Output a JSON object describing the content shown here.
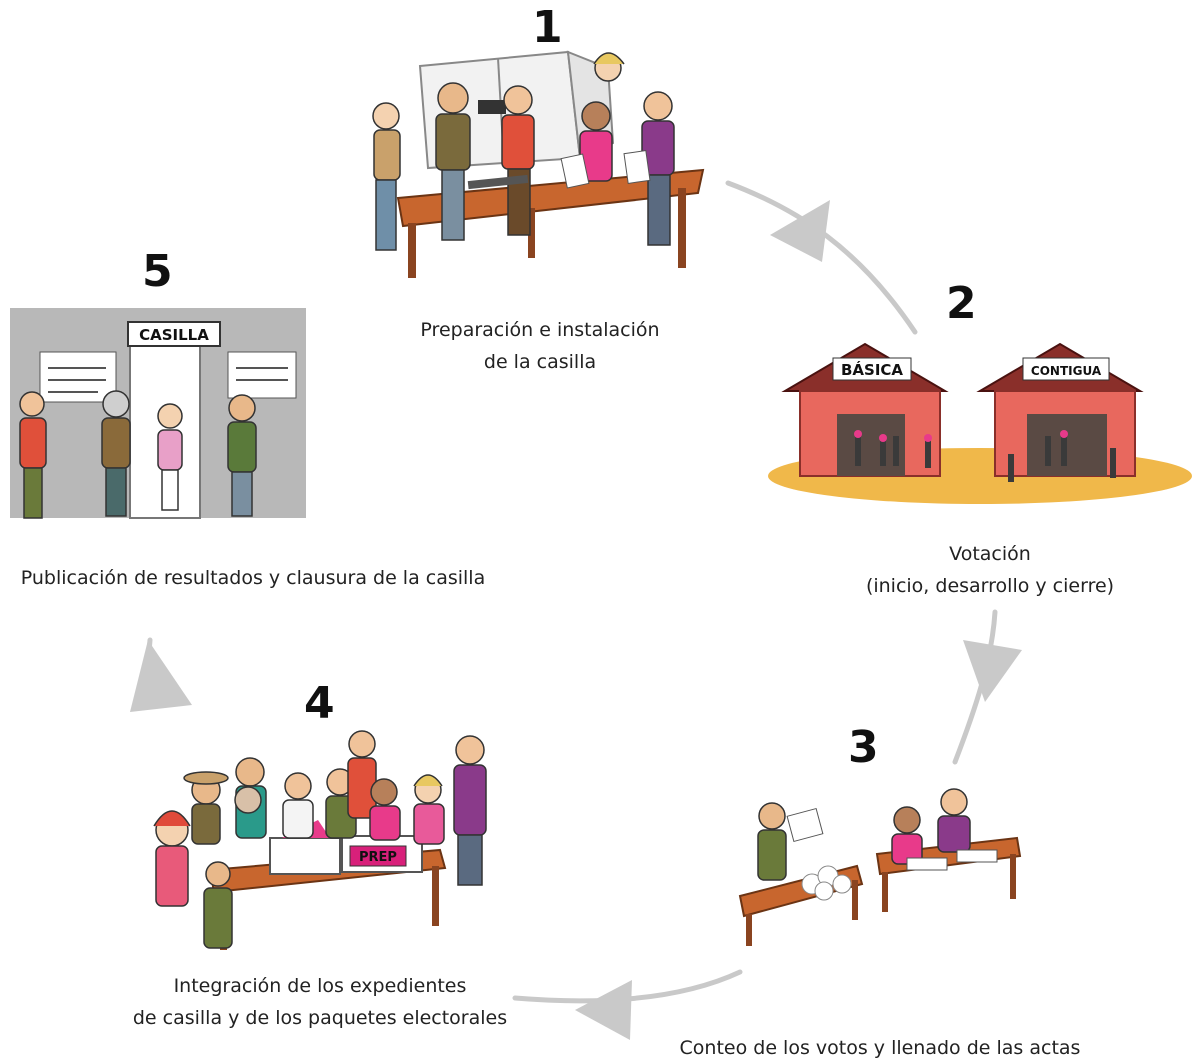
{
  "steps": [
    {
      "number": "1",
      "caption_lines": [
        "Preparación e instalación",
        "de la casilla"
      ]
    },
    {
      "number": "2",
      "caption_lines": [
        "Votación",
        "(inicio, desarrollo y cierre)"
      ]
    },
    {
      "number": "3",
      "caption_lines": [
        "Conteo de los votos y llenado de las actas"
      ]
    },
    {
      "number": "4",
      "caption_lines": [
        "Integración de los expedientes",
        "de casilla y de los paquetes electorales"
      ]
    },
    {
      "number": "5",
      "caption_lines": [
        "Publicación de resultados y clausura de la casilla"
      ]
    }
  ],
  "signs": {
    "basica": "BÁSICA",
    "contigua": "CONTIGUA",
    "casilla": "CASILLA",
    "prep": "PREP"
  },
  "colors": {
    "arrow": "#c9c9c9",
    "table": "#c8662e",
    "house_wall": "#e8685e",
    "house_roof": "#8a2f2a",
    "ground": "#f0b84a",
    "wall_gray": "#b8b8b8",
    "magenta": "#d8207a"
  }
}
